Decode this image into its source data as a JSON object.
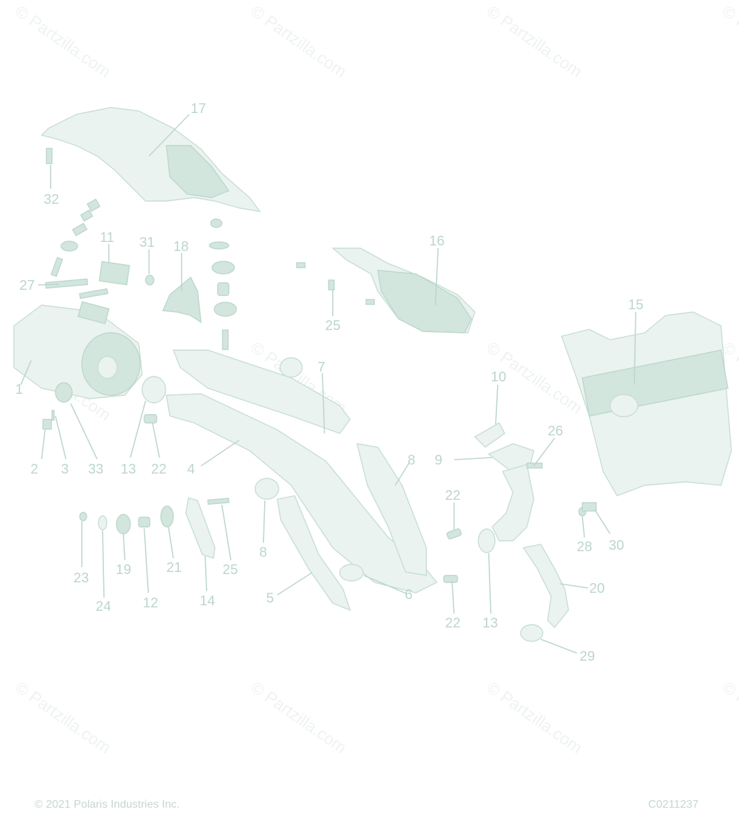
{
  "watermark": "© Partzilla.com",
  "footer": {
    "copyright": "© 2021 Polaris Industries Inc.",
    "code": "C0211237"
  },
  "callouts": [
    "1",
    "2",
    "3",
    "4",
    "5",
    "6",
    "7",
    "8",
    "8",
    "9",
    "10",
    "11",
    "12",
    "13",
    "13",
    "14",
    "15",
    "16",
    "17",
    "18",
    "19",
    "20",
    "21",
    "22",
    "22",
    "22",
    "23",
    "24",
    "25",
    "25",
    "26",
    "27",
    "28",
    "29",
    "30",
    "31",
    "32",
    "33"
  ]
}
